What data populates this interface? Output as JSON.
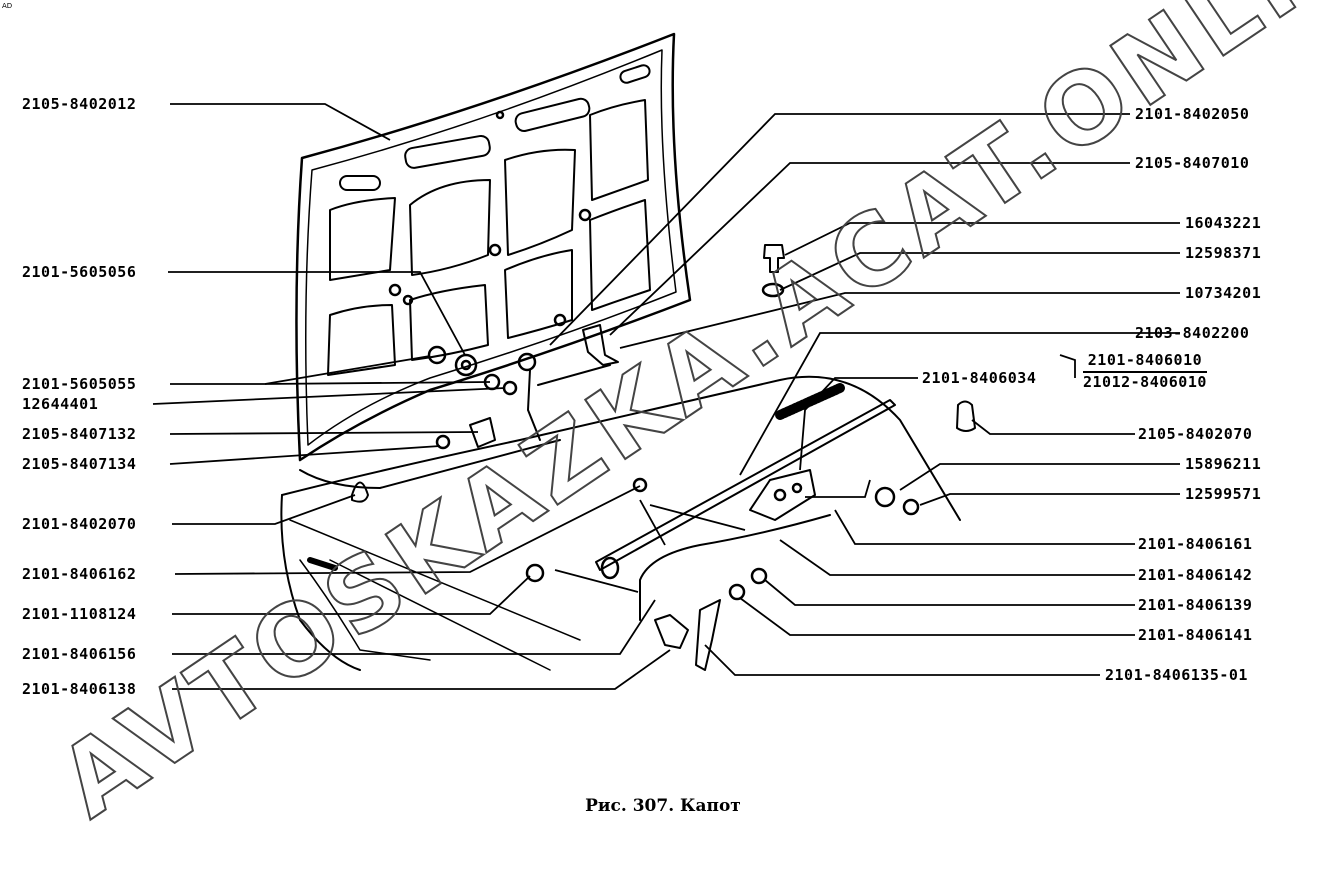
{
  "corner_mark": "AD",
  "caption": "Рис. 307. Капот",
  "watermark": "AVTOSKAZKA.ACAT.ONLINE",
  "fraction": {
    "numerator": "2101-8406010",
    "denominator": "21012-8406010"
  },
  "labels_left": [
    "2105-8402012",
    "2101-5605056",
    "2101-5605055",
    "12644401",
    "2105-8407132",
    "2105-8407134",
    "2101-8402070",
    "2101-8406162",
    "2101-1108124",
    "2101-8406156",
    "2101-8406138"
  ],
  "labels_right": [
    "2101-8402050",
    "2105-8407010",
    "16043221",
    "12598371",
    "10734201",
    "2103-8402200",
    "2101-8406034",
    "2105-8402070",
    "15896211",
    "12599571",
    "2101-8406161",
    "2101-8406142",
    "2101-8406139",
    "2101-8406141",
    "2101-8406135-01"
  ]
}
